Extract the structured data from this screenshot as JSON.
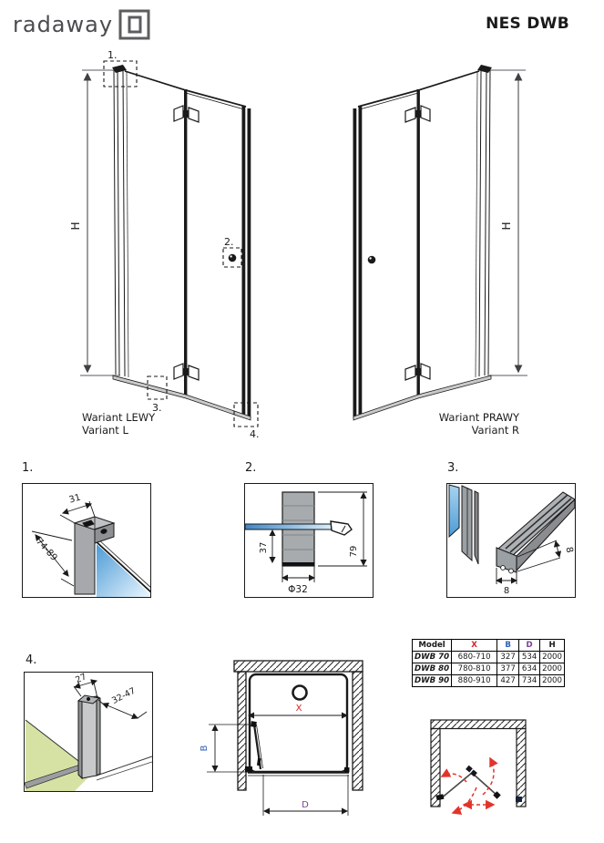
{
  "header": {
    "brand": "radaway",
    "product": "NES DWB"
  },
  "variants": {
    "left": {
      "title": "Wariant LEWY",
      "subtitle": "Variant L",
      "height_label": "H"
    },
    "right": {
      "title": "Wariant PRAWY",
      "subtitle": "Variant R",
      "height_label": "H"
    }
  },
  "callouts": {
    "c1": "1.",
    "c2": "2.",
    "c3": "3.",
    "c4": "4."
  },
  "details": {
    "d1": {
      "label": "1.",
      "width": "31",
      "adjust_range": "74-89"
    },
    "d2": {
      "label": "2.",
      "glass_offset": "37",
      "knob_diameter": "Φ32",
      "total_height": "79"
    },
    "d3": {
      "label": "3.",
      "profile_width": "8",
      "profile_height": "8"
    },
    "d4": {
      "label": "4.",
      "profile_depth": "27",
      "adjust_range": "32-47"
    }
  },
  "plan": {
    "opening_label": "X",
    "door_label": "B",
    "depth_label": "D"
  },
  "table": {
    "headers": [
      "Model",
      "X",
      "B",
      "D",
      "H"
    ],
    "rows": [
      [
        "DWB 70",
        "680-710",
        "327",
        "534",
        "2000"
      ],
      [
        "DWB 80",
        "780-810",
        "377",
        "634",
        "2000"
      ],
      [
        "DWB 90",
        "880-910",
        "427",
        "734",
        "2000"
      ]
    ]
  },
  "colors": {
    "x_red": "#d8232a",
    "b_blue": "#2e5fb7",
    "d_purple": "#7a3f98",
    "arrow_red": "#e2342b",
    "glass_blue": "#4d9bd6",
    "floor_green": "#d6e2a3",
    "profile_gray": "#a6a8ab",
    "logo_gray": "#4b4c4e"
  }
}
